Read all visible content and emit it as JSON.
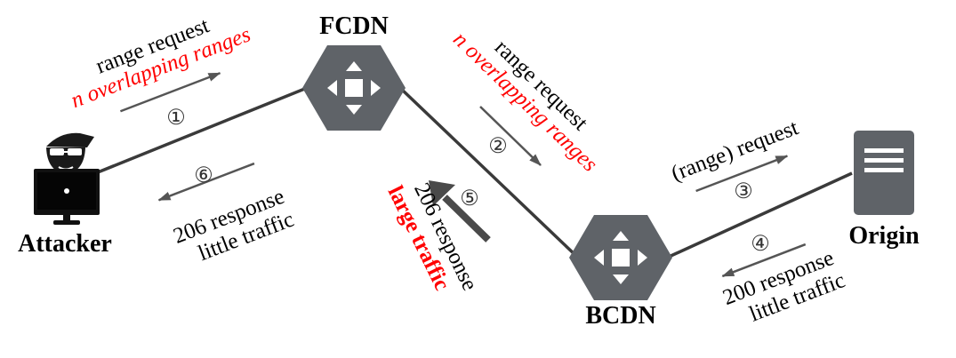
{
  "nodes": {
    "attacker": "Attacker",
    "fcdn": "FCDN",
    "bcdn": "BCDN",
    "origin": "Origin"
  },
  "steps": {
    "s1": {
      "num": "①",
      "line1": "range request",
      "line2": "n overlapping ranges"
    },
    "s2": {
      "num": "②",
      "line1": "range request",
      "line2": "n overlapping ranges"
    },
    "s3": {
      "num": "③",
      "line1": "(range) request"
    },
    "s4": {
      "num": "④",
      "line1": "200 response",
      "line2": "little traffic"
    },
    "s5": {
      "num": "⑤",
      "line1": "206 response",
      "line2": "large traffic"
    },
    "s6": {
      "num": "⑥",
      "line1": "206 response",
      "line2": "little traffic"
    }
  },
  "colors": {
    "node": "#5f6368",
    "line": "#3a3a3a",
    "highlight": "#ff0000",
    "arrow": "#555555"
  },
  "icons": {
    "attacker": "hacker-at-computer-icon",
    "cdn": "move-arrows-hexagon-icon",
    "origin": "server-icon"
  }
}
